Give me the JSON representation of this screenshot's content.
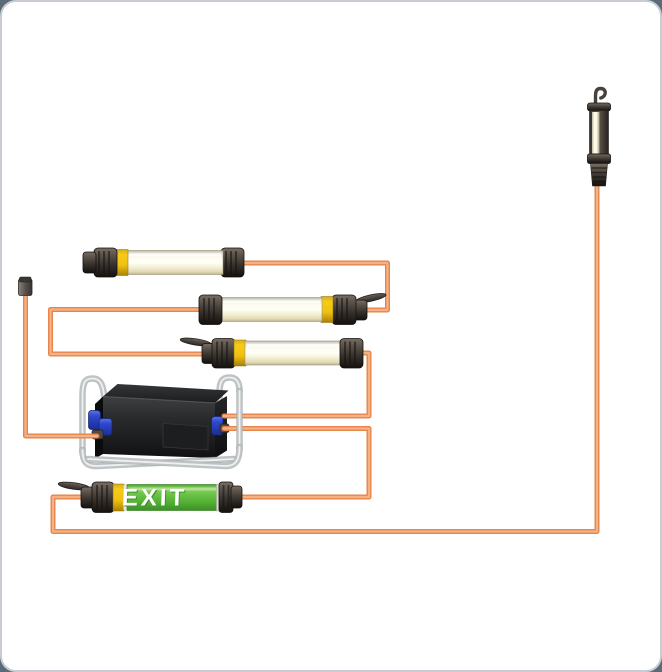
{
  "labels": {
    "exit": "EXIT"
  },
  "colors": {
    "cable": "#E6854B",
    "cable_core": "#F6B287",
    "cap_dark": "#443D37",
    "yellow_ring": "#F2C315",
    "tube_cream": "#FBF8E4",
    "exit_green": "#55B339",
    "exit_text": "#FFFFFF",
    "connector_blue": "#2E49CC",
    "metal_frame": "#BEC3C5",
    "box_black": "#1A1B1D",
    "canvas_bg": "#FFFFFF",
    "canvas_border": "#C7CDD2",
    "page_corner_bg": "#5A6B77"
  },
  "components": [
    {
      "id": "power-supply-box",
      "description": "black transformer power box in tubular metal roll-cage frame with blue in/out connectors"
    },
    {
      "id": "power-cable-connector",
      "description": "small inline cable connector feeding the power box"
    },
    {
      "id": "tube-light-1",
      "description": "fluorescent tube work light, yellow ring at left end, end of daisy chain"
    },
    {
      "id": "tube-light-2",
      "description": "fluorescent tube work light, yellow ring and fold-out hook at right end"
    },
    {
      "id": "tube-light-3",
      "description": "fluorescent tube work light, yellow ring and fold-out hook at left end"
    },
    {
      "id": "exit-tube-light",
      "description": "green EXIT sign tube light with fold-out hook at left end"
    },
    {
      "id": "hanging-work-light",
      "description": "vertical hand-held inspection lamp with hanging hook, top right"
    },
    {
      "id": "cables",
      "description": "orange daisy-chain power cables connecting box to all lights"
    }
  ]
}
